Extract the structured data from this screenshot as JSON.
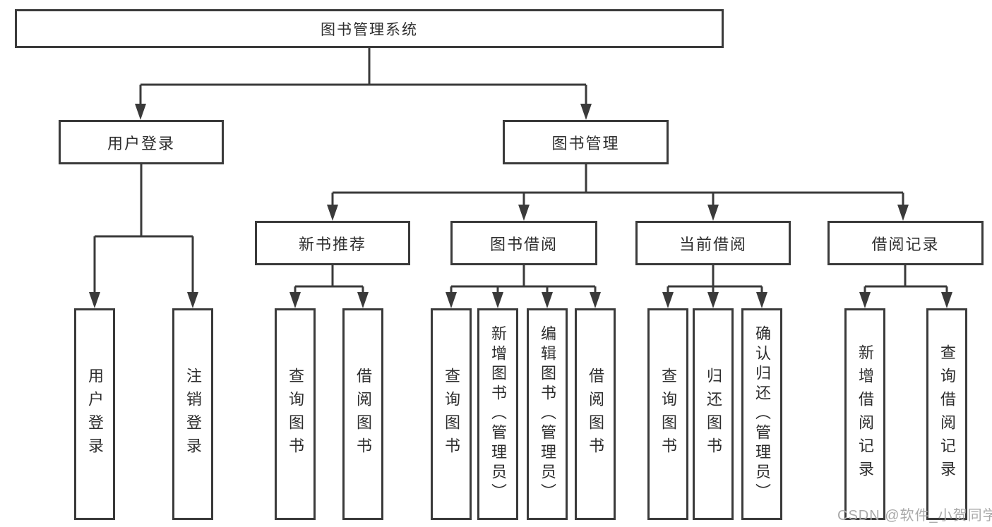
{
  "diagram": {
    "type": "hierarchy-tree",
    "root": {
      "label": "图书管理系统",
      "children": [
        {
          "label": "用户登录",
          "children": [
            {
              "label": "用户登录"
            },
            {
              "label": "注销登录"
            }
          ]
        },
        {
          "label": "图书管理",
          "children": [
            {
              "label": "新书推荐",
              "children": [
                {
                  "label": "查询图书"
                },
                {
                  "label": "借阅图书"
                }
              ]
            },
            {
              "label": "图书借阅",
              "children": [
                {
                  "label": "查询图书"
                },
                {
                  "label": "新增图书（管理员）"
                },
                {
                  "label": "编辑图书（管理员）"
                },
                {
                  "label": "借阅图书"
                }
              ]
            },
            {
              "label": "当前借阅",
              "children": [
                {
                  "label": "查询图书"
                },
                {
                  "label": "归还图书"
                },
                {
                  "label": "确认归还（管理员）"
                }
              ]
            },
            {
              "label": "借阅记录",
              "children": [
                {
                  "label": "新增借阅记录"
                },
                {
                  "label": "查询借阅记录"
                }
              ]
            }
          ]
        }
      ]
    },
    "colors": {
      "line": "#3a3a3a",
      "box_border": "#3a3a3a",
      "text": "#2e2e2e",
      "background": "#ffffff",
      "watermark": "#a9a9a9"
    }
  },
  "watermark": {
    "text": "CSDN @软件_小贺同学"
  }
}
